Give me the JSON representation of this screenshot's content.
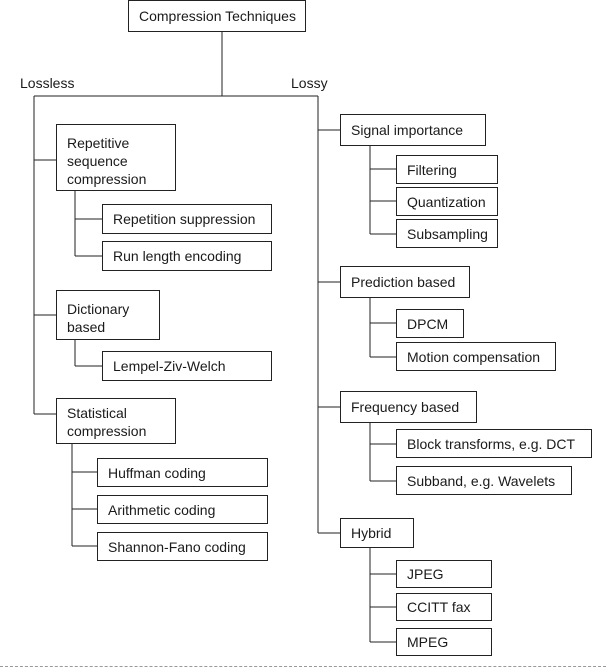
{
  "root": "Compression Techniques",
  "lossless": {
    "label": "Lossless",
    "groups": [
      {
        "title": "Repetitive sequence compression",
        "items": [
          "Repetition suppression",
          "Run length encoding"
        ]
      },
      {
        "title": "Dictionary based",
        "items": [
          "Lempel-Ziv-Welch"
        ]
      },
      {
        "title": "Statistical compression",
        "items": [
          "Huffman coding",
          "Arithmetic coding",
          "Shannon-Fano coding"
        ]
      }
    ]
  },
  "lossy": {
    "label": "Lossy",
    "groups": [
      {
        "title": "Signal importance",
        "items": [
          "Filtering",
          "Quantization",
          "Subsampling"
        ]
      },
      {
        "title": "Prediction based",
        "items": [
          "DPCM",
          "Motion compensation"
        ]
      },
      {
        "title": "Frequency based",
        "items": [
          "Block transforms, e.g. DCT",
          "Subband, e.g. Wavelets"
        ]
      },
      {
        "title": "Hybrid",
        "items": [
          "JPEG",
          "CCITT fax",
          "MPEG"
        ]
      }
    ]
  }
}
